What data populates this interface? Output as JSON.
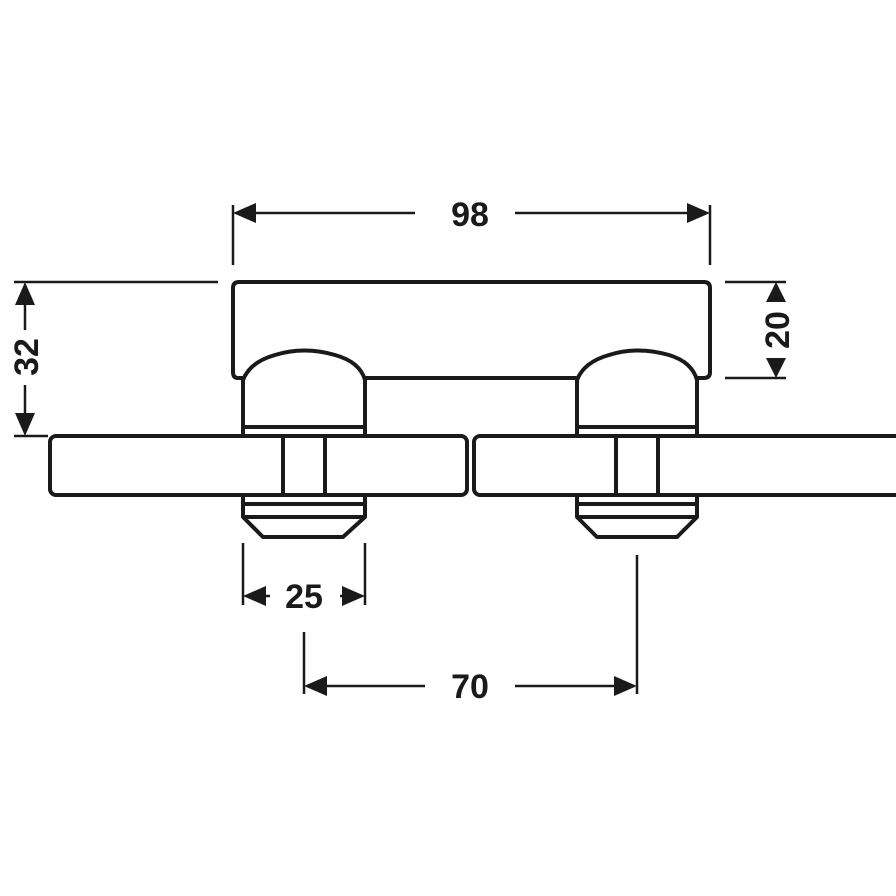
{
  "drawing": {
    "units": "mm",
    "dimensions": {
      "overall_width": "98",
      "overall_height": "32",
      "clamp_height": "20",
      "fitting_diameter": "25",
      "bolt_spacing": "70"
    },
    "colors": {
      "line": "#1a1a1a",
      "glass_tint": "#cfe5dc",
      "glass_light": "#f4faf7"
    }
  }
}
